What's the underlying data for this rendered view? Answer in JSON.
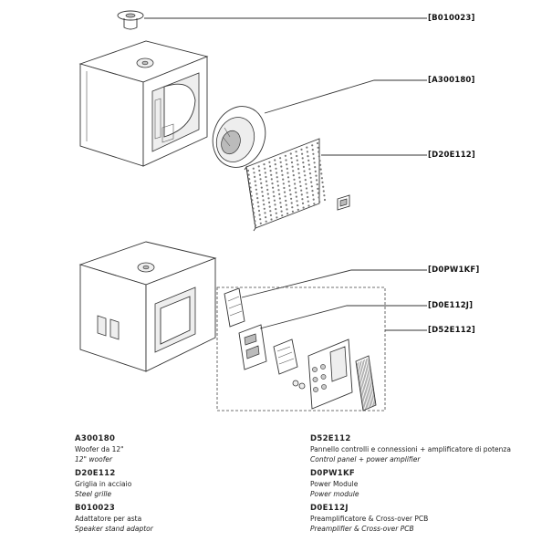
{
  "callouts": {
    "b010023": "[B010023]",
    "a300180": "[A300180]",
    "d20e112": "[D20E112]",
    "d0pw1kf": "[D0PW1KF]",
    "d0e112j": "[D0E112J]",
    "d52e112": "[D52E112]"
  },
  "legend": {
    "left": [
      {
        "code": "A300180",
        "it": "Woofer da 12\"",
        "en": "12\" woofer"
      },
      {
        "code": "D20E112",
        "it": "Griglia in acciaio",
        "en": "Steel grille"
      },
      {
        "code": "B010023",
        "it": "Adattatore per asta",
        "en": "Speaker stand adaptor"
      }
    ],
    "right": [
      {
        "code": "D52E112",
        "it": "Pannello controlli e connessioni + amplificatore di potenza",
        "en": "Control panel + power amplifier"
      },
      {
        "code": "D0PW1KF",
        "it": "Power Module",
        "en": "Power module"
      },
      {
        "code": "D0E112J",
        "it": "Preamplificatore & Cross-over PCB",
        "en": "Preamplifier & Cross-over PCB"
      }
    ]
  }
}
